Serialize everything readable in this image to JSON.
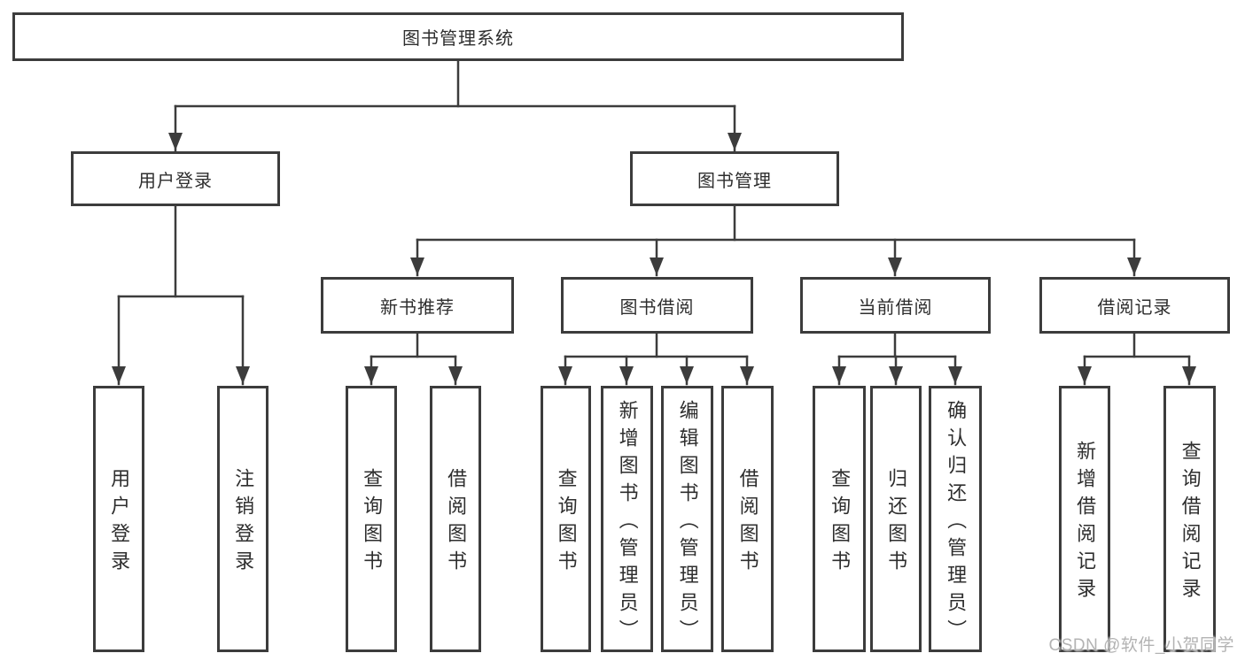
{
  "tree": {
    "label": "图书管理系统",
    "children": [
      {
        "label": "用户登录",
        "children": [
          {
            "label": "用户登录"
          },
          {
            "label": "注销登录"
          }
        ]
      },
      {
        "label": "图书管理",
        "children": [
          {
            "label": "新书推荐",
            "children": [
              {
                "label": "查询图书"
              },
              {
                "label": "借阅图书"
              }
            ]
          },
          {
            "label": "图书借阅",
            "children": [
              {
                "label": "查询图书"
              },
              {
                "label": "新增图书（管理员）"
              },
              {
                "label": "编辑图书（管理员）"
              },
              {
                "label": "借阅图书"
              }
            ]
          },
          {
            "label": "当前借阅",
            "children": [
              {
                "label": "查询图书"
              },
              {
                "label": "归还图书"
              },
              {
                "label": "确认归还（管理员）"
              }
            ]
          },
          {
            "label": "借阅记录",
            "children": [
              {
                "label": "新增借阅记录"
              },
              {
                "label": "查询借阅记录"
              }
            ]
          }
        ]
      }
    ]
  },
  "watermark": "CSDN @软件_小贺同学",
  "colors": {
    "line": "#3c3c3c",
    "text": "#2e2e2e",
    "background": "#ffffff",
    "watermark": "#b3b3b3"
  }
}
